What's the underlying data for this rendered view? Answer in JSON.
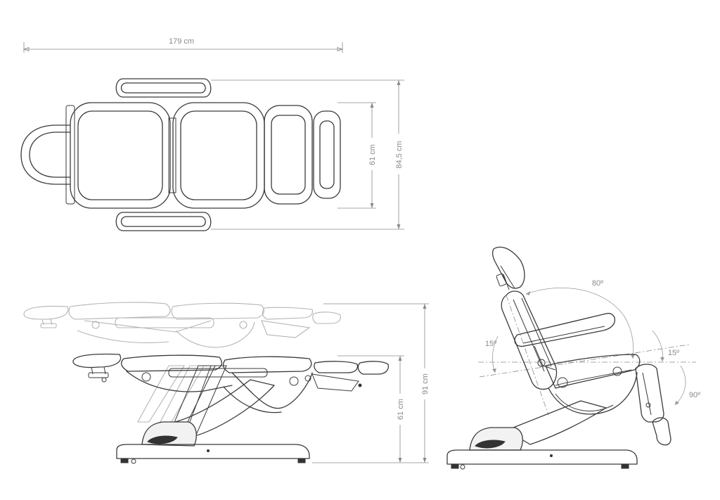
{
  "dimensions": {
    "overall_length": "179 cm",
    "seat_width": "61 cm",
    "overall_width": "84,5 cm",
    "max_height": "91 cm",
    "min_height": "61 cm"
  },
  "angles": {
    "backrest": "80º",
    "tilt_left": "15º",
    "tilt_right": "15º",
    "legrest": "90º"
  },
  "colors": {
    "outline": "#3a3a3a",
    "dimension_line": "#8a8a8a",
    "ghost_outline": "#b4b4b4"
  }
}
